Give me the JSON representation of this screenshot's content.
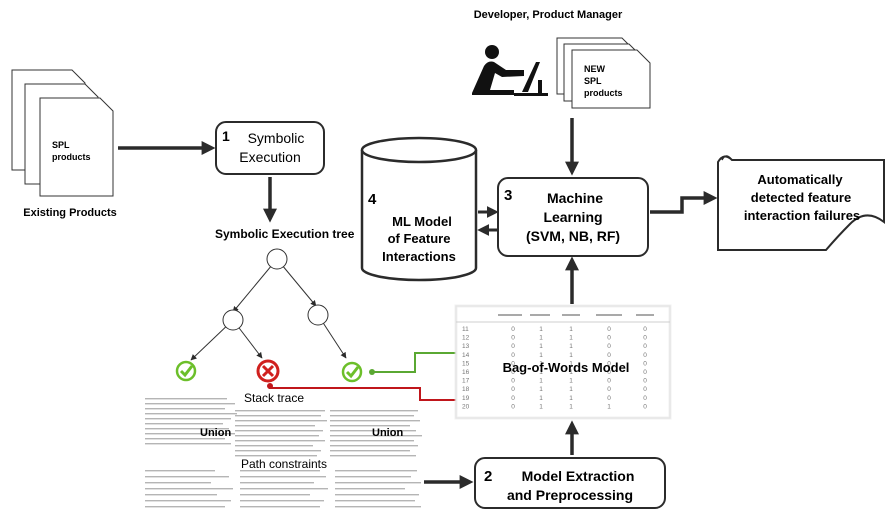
{
  "developer_label": "Developer, Product Manager",
  "new_products_label": [
    "NEW",
    "SPL",
    "products"
  ],
  "spl_products_label": [
    "SPL",
    "products"
  ],
  "existing_products_label": "Existing Products",
  "symbolic_execution": {
    "number": "1",
    "line1": "Symbolic",
    "line2": "Execution"
  },
  "symbolic_tree_label": "Symbolic  Execution tree",
  "ml_model": {
    "number": "4",
    "line1": "ML Model",
    "line2": "of Feature",
    "line3": "Interactions"
  },
  "machine_learning": {
    "number": "3",
    "line1": "Machine",
    "line2": "Learning",
    "line3": "(SVM, NB, RF)"
  },
  "output": {
    "line1": "Automatically",
    "line2": "detected feature",
    "line3": "interaction failures"
  },
  "bag_of_words_label": "Bag-of-Words  Model",
  "stack_trace_label": "Stack trace",
  "union_label": "Union",
  "path_constraints_label": "Path constraints",
  "model_extraction": {
    "number": "2",
    "line1": "Model Extraction",
    "line2": "and Preprocessing"
  },
  "bow_table": {
    "row_ids": [
      "11",
      "12",
      "13",
      "14",
      "15",
      "16",
      "17",
      "18",
      "19",
      "20"
    ],
    "cells": [
      [
        "0",
        "1",
        "1",
        "0",
        "0"
      ],
      [
        "0",
        "1",
        "1",
        "0",
        "0"
      ],
      [
        "0",
        "1",
        "1",
        "0",
        "0"
      ],
      [
        "0",
        "1",
        "1",
        "0",
        "0"
      ],
      [
        "0",
        "1",
        "1",
        "0",
        "0"
      ],
      [
        "0",
        "1",
        "1",
        "0",
        "0"
      ],
      [
        "0",
        "1",
        "1",
        "0",
        "0"
      ],
      [
        "0",
        "1",
        "1",
        "0",
        "0"
      ],
      [
        "0",
        "1",
        "1",
        "0",
        "0"
      ],
      [
        "0",
        "1",
        "1",
        "1",
        "0"
      ]
    ]
  },
  "colors": {
    "green_link": "#5aa832",
    "red_link": "#c0161b",
    "check": "#6cbf2a",
    "fail": "#d0201e"
  }
}
